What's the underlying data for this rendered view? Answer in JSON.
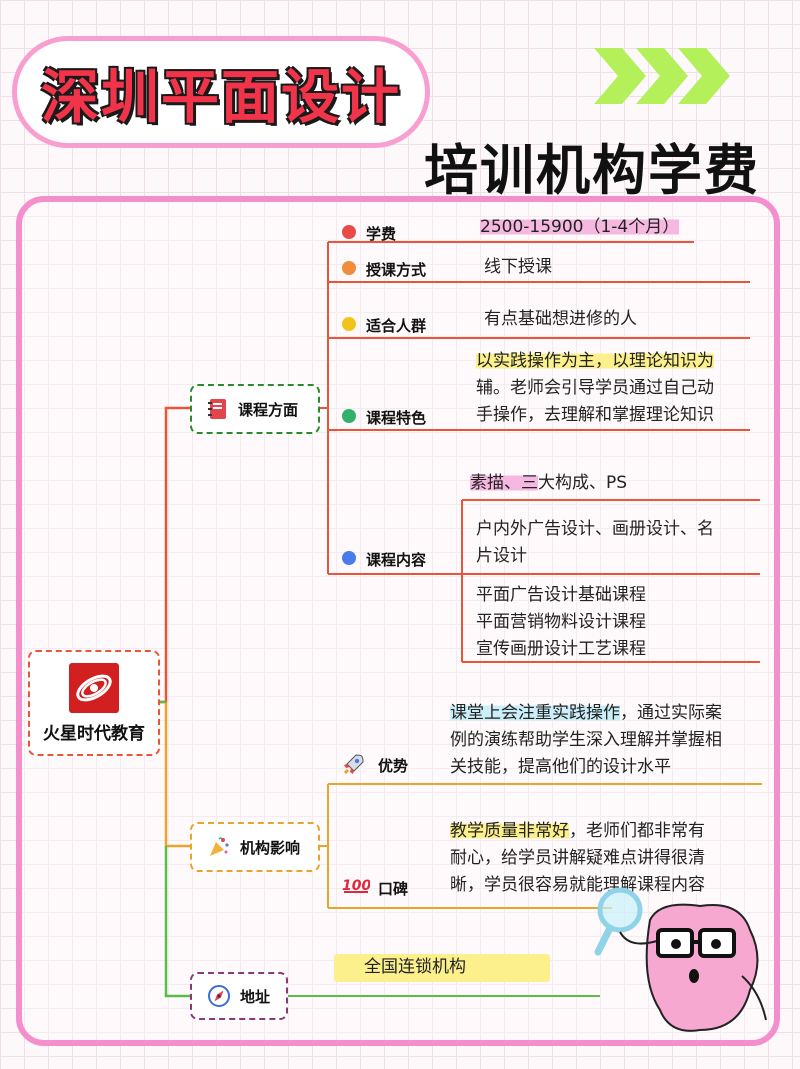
{
  "header": {
    "title": "深圳平面设计",
    "subtitle": "培训机构学费"
  },
  "root": {
    "name": "火星时代教育"
  },
  "categories": {
    "course": {
      "label": "课程方面"
    },
    "influence": {
      "label": "机构影响"
    },
    "address": {
      "label": "地址"
    }
  },
  "course": {
    "fee": {
      "label": "学费",
      "value": "2500-15900（1-4个月）"
    },
    "mode": {
      "label": "授课方式",
      "value": "线下授课"
    },
    "audience": {
      "label": "适合人群",
      "value": "有点基础想进修的人"
    },
    "feature": {
      "label": "课程特色",
      "lines": [
        "以实践操作为主，以理论知识为",
        "辅。老师会引导学员通过自己动",
        "手操作，去理解和掌握理论知识"
      ]
    },
    "content": {
      "label": "课程内容",
      "item1_hl": "素描、三",
      "item1_rest": "大构成、PS",
      "item2": [
        "户内外广告设计、画册设计、名",
        "片设计"
      ],
      "item3": [
        "平面广告设计基础课程",
        "平面营销物料设计课程",
        "宣传画册设计工艺课程"
      ]
    }
  },
  "influence": {
    "advantage": {
      "label": "优势",
      "line1_hl": "课堂上会注重实践操作",
      "line1_rest": "，通过实际案",
      "lines": [
        "例的演练帮助学生深入理解并掌握相",
        "关技能，提高他们的设计水平"
      ]
    },
    "reputation": {
      "label": "口碑",
      "line1_hl": "教学质量非常好",
      "line1_rest": "，老师们都非常有",
      "lines": [
        "耐心，给学员讲解疑难点讲得很清",
        "晰，学员很容易就能理解课程内容"
      ]
    }
  },
  "address": {
    "value": "全国连锁机构"
  },
  "colors": {
    "red": "#e84a4a",
    "orange": "#f08c3c",
    "yellow": "#f0c419",
    "green": "#2fb36b",
    "blue": "#4a7bea",
    "pink_border": "#f48fce",
    "line_course": "#e8563a",
    "line_influence": "#e8a52e",
    "line_address": "#5dbb4a"
  }
}
